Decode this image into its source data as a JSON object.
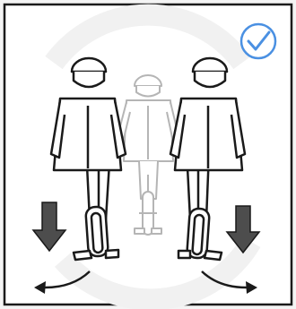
{
  "colors": {
    "background": "#f4f4f4",
    "panel": "#ffffff",
    "ink": "#1a1a1a",
    "ghost": "#b5b5b5",
    "arrow_fill": "#4d4d4d",
    "check": "#4a90e2",
    "watermark": "#f1f1f1"
  },
  "icons": {
    "status": "check-circle-icon",
    "lean_arrows": "down-arrow-icon",
    "motion_arrows": "curved-arrow-icon"
  },
  "figures": [
    {
      "role": "rider-left",
      "style": "solid"
    },
    {
      "role": "rider-center",
      "style": "faded"
    },
    {
      "role": "rider-right",
      "style": "solid"
    }
  ]
}
